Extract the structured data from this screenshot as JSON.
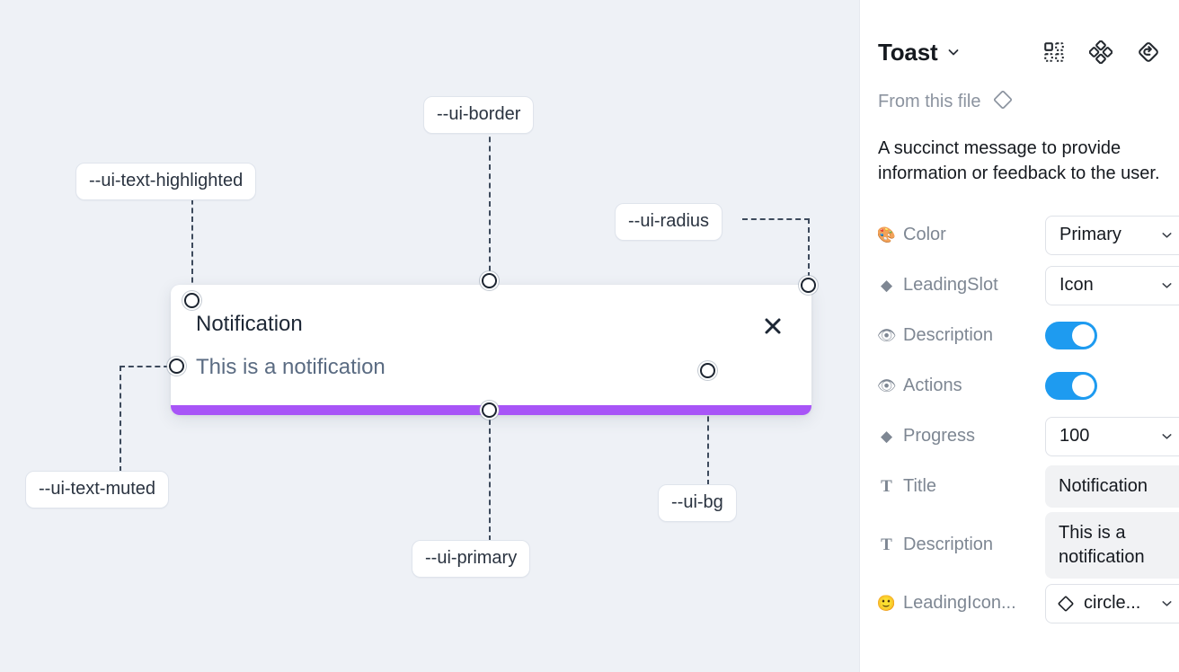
{
  "canvas": {
    "background_color": "#eef1f6",
    "annotations": [
      {
        "id": "ui-text-highlighted",
        "label": "--ui-text-highlighted"
      },
      {
        "id": "ui-border",
        "label": "--ui-border"
      },
      {
        "id": "ui-radius",
        "label": "--ui-radius"
      },
      {
        "id": "ui-text-muted",
        "label": "--ui-text-muted"
      },
      {
        "id": "ui-primary",
        "label": "--ui-primary"
      },
      {
        "id": "ui-bg",
        "label": "--ui-bg"
      }
    ],
    "toast": {
      "title": "Notification",
      "description": "This is a notification",
      "close_icon": "close-icon",
      "progress_color": "#a855f7",
      "background_color": "#ffffff"
    }
  },
  "panel": {
    "title": "Toast",
    "title_chevron_icon": "chevron-down-icon",
    "header_icons": [
      {
        "name": "component-grid-icon"
      },
      {
        "name": "component-set-icon"
      },
      {
        "name": "reset-instance-icon"
      }
    ],
    "from_this_file": {
      "label": "From this file",
      "icon": "component-diamond-icon"
    },
    "description": "A succinct message to provide information or feedback to the user.",
    "properties": [
      {
        "icon": "palette-emoji",
        "glyph": "🎨",
        "label": "Color",
        "control": "select",
        "value": "Primary"
      },
      {
        "icon": "diamond-icon",
        "glyph": "◆",
        "label": "LeadingSlot",
        "control": "select",
        "value": "Icon"
      },
      {
        "icon": "eye-emoji",
        "glyph": "👁",
        "label": "Description",
        "control": "toggle",
        "value": "on"
      },
      {
        "icon": "eye-emoji",
        "glyph": "👁",
        "label": "Actions",
        "control": "toggle",
        "value": "on"
      },
      {
        "icon": "diamond-icon",
        "glyph": "◆",
        "label": "Progress",
        "control": "select",
        "value": "100"
      },
      {
        "icon": "text-type-icon",
        "glyph": "T",
        "label": "Title",
        "control": "text",
        "value": "Notification"
      },
      {
        "icon": "text-type-icon",
        "glyph": "T",
        "label": "Description",
        "control": "text",
        "value": "This is a notification"
      },
      {
        "icon": "smiley-emoji",
        "glyph": "🙂",
        "label": "LeadingIcon...",
        "control": "select-icon",
        "value": "circle..."
      }
    ]
  },
  "colors": {
    "accent_blue": "#1e9bf0",
    "primary_purple": "#a855f7",
    "canvas_bg": "#eef1f6",
    "panel_bg": "#ffffff",
    "text_dark": "#15191f",
    "text_muted": "#7e8793"
  }
}
